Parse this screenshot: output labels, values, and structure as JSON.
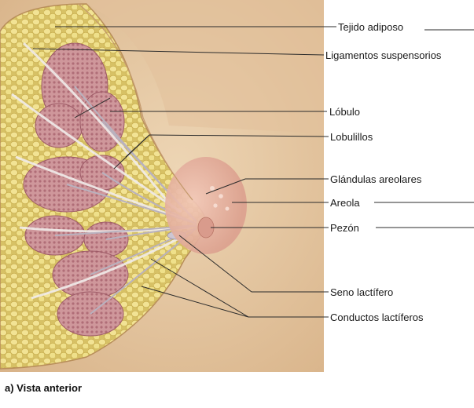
{
  "labels": {
    "tejido_adiposo": "Tejido adiposo",
    "ligamentos": "Ligamentos suspensorios",
    "lobulo": "Lóbulo",
    "lobulillos": "Lobulillos",
    "glandulas": "Glándulas areolares",
    "areola": "Areola",
    "pezon": "Pezón",
    "seno": "Seno lactífero",
    "conductos": "Conductos lactíferos"
  },
  "caption": "a) Vista anterior",
  "colors": {
    "skin_panel": "#e7cba7",
    "skin_shadow": "#d4a97e",
    "fat": "#efe08a",
    "fat_outline": "#c9ae4e",
    "lobule": "#c98f94",
    "lobule_dot": "#a9616c",
    "areola": "#e9b7a8",
    "ligament": "#e8e3e3",
    "duct": "#b9b2bf",
    "leader": "#2b2b2b"
  }
}
